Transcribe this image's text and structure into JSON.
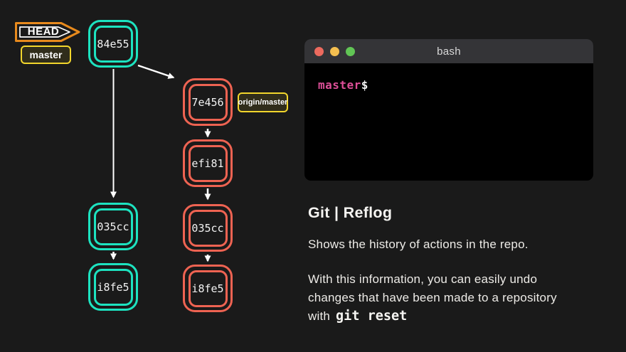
{
  "slide": {
    "background": "#1a1a1a"
  },
  "diagram": {
    "head_tag": "HEAD",
    "master_tag": "master",
    "origin_master_tag": "origin/master",
    "commits": {
      "c84e55": "84e55",
      "c035cc_teal": "035cc",
      "ci8fe5_teal": "i8fe5",
      "c7e456": "7e456",
      "cefi81": "efi81",
      "c035cc_orange": "035cc",
      "ci8fe5_orange": "i8fe5"
    },
    "colors": {
      "teal": "#1de3c0",
      "salmon": "#ee6352",
      "head_orange": "#e78a1d",
      "label_yellow": "#f2d62c",
      "arrow_white": "#ffffff"
    }
  },
  "terminal": {
    "title": "bash",
    "prompt_branch": "master",
    "prompt_symbol": "$",
    "colors": {
      "close_red": "#ec6a5e",
      "minimize_yellow": "#f4bf50",
      "zoom_green": "#61c555",
      "branch_pink": "#dd4f98",
      "titlebar": "#343437",
      "body": "#000000"
    }
  },
  "content": {
    "heading": "Git | Reflog",
    "paragraph1": "Shows the history of actions in the repo.",
    "paragraph2_line1": "With this information, you can easily undo",
    "paragraph2_line2": "changes that have been made to a repository",
    "paragraph2_line3": "with",
    "code": "git reset"
  }
}
